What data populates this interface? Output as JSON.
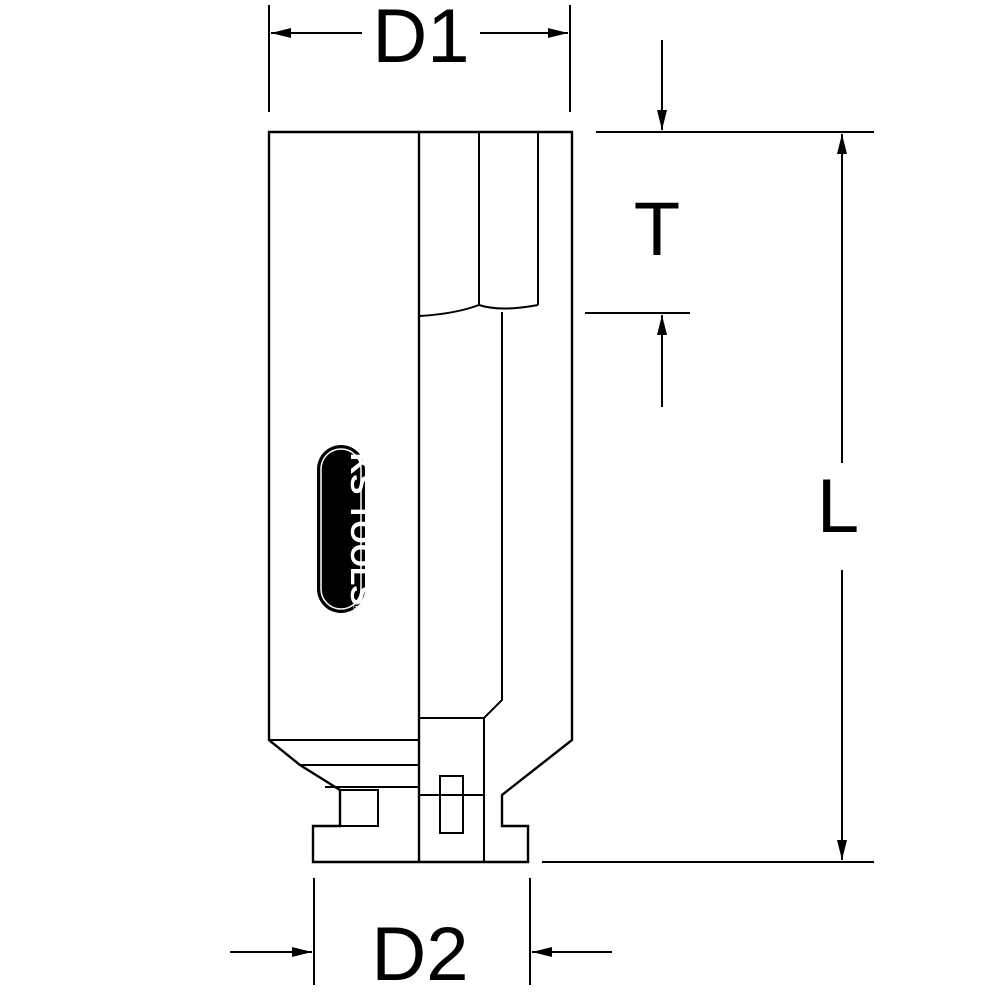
{
  "dimensions": {
    "d1": "D1",
    "d2": "D2",
    "t": "T",
    "l": "L"
  },
  "logo": {
    "text": "KS TOOLS",
    "registered_mark": "®",
    "colors": {
      "badge": "#000000",
      "text": "#ffffff"
    }
  },
  "colors": {
    "line": "#000000",
    "background": "#ffffff"
  }
}
